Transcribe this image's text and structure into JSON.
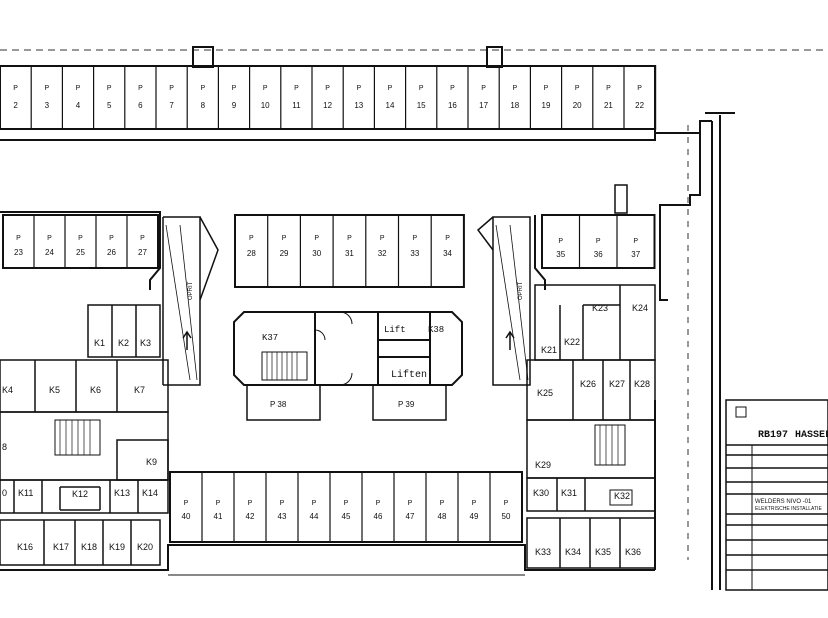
{
  "top_row": {
    "letter": "P",
    "numbers": [
      "2",
      "3",
      "4",
      "5",
      "6",
      "7",
      "8",
      "9",
      "10",
      "11",
      "12",
      "13",
      "14",
      "15",
      "16",
      "17",
      "18",
      "19",
      "20",
      "21",
      "22"
    ]
  },
  "upper_left_row": {
    "letter": "P",
    "numbers": [
      "23",
      "24",
      "25",
      "26",
      "27"
    ]
  },
  "upper_center_row": {
    "letter": "P",
    "numbers": [
      "28",
      "29",
      "30",
      "31",
      "32",
      "33",
      "34"
    ]
  },
  "upper_right_row": {
    "letter": "P",
    "numbers": [
      "35",
      "36",
      "37"
    ]
  },
  "bottom_row": {
    "letter": "P",
    "numbers": [
      "40",
      "41",
      "42",
      "43",
      "44",
      "45",
      "46",
      "47",
      "48",
      "49",
      "50"
    ]
  },
  "parking_boxes": [
    {
      "label": "P 38"
    },
    {
      "label": "P 39"
    }
  ],
  "core": {
    "k37": "K37",
    "k38": "K38",
    "lift": "Lift",
    "liften": "Liften"
  },
  "left_block": {
    "row1": [
      "K1",
      "K2",
      "K3"
    ],
    "row2": [
      "K4",
      "K5",
      "K6",
      "K7"
    ],
    "k8": "8",
    "k9": "K9",
    "row3": [
      "0",
      "K11",
      "K12",
      "K13",
      "K14"
    ],
    "row4": [
      "K16",
      "K17",
      "K18",
      "K19",
      "K20"
    ]
  },
  "right_block": {
    "upper": [
      "K21",
      "K22",
      "K23",
      "K24"
    ],
    "row2": [
      "K25",
      "K26",
      "K27",
      "K28"
    ],
    "k29": "K29",
    "row3": [
      "K30",
      "K31",
      "K32"
    ],
    "row4": [
      "K33",
      "K34",
      "K35",
      "K36"
    ]
  },
  "ramps": {
    "left": "OPRIT",
    "right": "OPRIT"
  },
  "title_block": {
    "code": "RB197",
    "city": "HASSEL",
    "line1": "WELDERS NIVO -01",
    "line2": "ELEKTRISCHE INSTALLATIE"
  }
}
